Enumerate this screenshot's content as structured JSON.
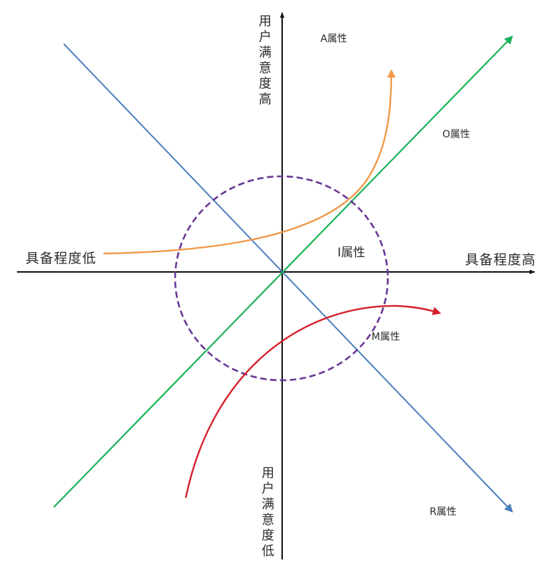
{
  "axes": {
    "x_left_label": "具备程度低",
    "x_right_label": "具备程度高",
    "y_top_label": "用户满意度高",
    "y_bottom_label": "用户满意度低"
  },
  "attributes": {
    "A": "A属性",
    "O": "O属性",
    "I": "I属性",
    "M": "M属性",
    "R": "R属性"
  },
  "colors": {
    "axis": "#111111",
    "A_curve": "#ef9a4a",
    "O_line": "#19b25a",
    "R_line": "#4a80bd",
    "M_curve": "#d5202a",
    "I_circle": "#6a3796"
  }
}
